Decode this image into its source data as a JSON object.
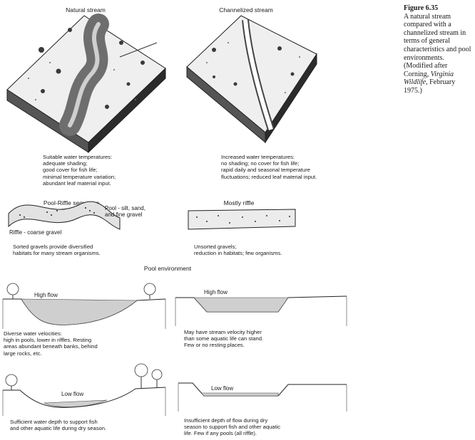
{
  "figure": {
    "number": "Figure 6.35",
    "caption_main": "A natural stream compared with a channelized stream in terms of general characteristics and pool environments. (Modified after Corning, ",
    "caption_source": "Virginia Wildlife",
    "caption_end": ", February 1975.)"
  },
  "natural": {
    "title": "Natural stream",
    "caption": "Suitable water temperatures:\nadequate shading;\ngood cover for fish life;\nminimal temperature variation;\nabundant leaf material input."
  },
  "channelized": {
    "title": "Channelized stream",
    "caption": "Increased water temperatures:\nno shading; no cover for fish life;\nrapid daily and seasonal temperature\nfluctuations; reduced leaf material input."
  },
  "pool_riffle": {
    "title": "Pool-Riffle sequence",
    "label_pool": "Pool - silt, sand,\nand fine gravel",
    "label_riffle": "Riffle - coarse gravel",
    "caption": "Sorted gravels provide diversified\nhabitats for many stream organisms."
  },
  "mostly_riffle": {
    "title": "Mostly riffle",
    "caption": "Unsorted gravels;\nreduction in habitats; few organisms."
  },
  "pool_environment": {
    "title": "Pool environment",
    "natural_high_label": "High flow",
    "natural_high_caption": "Diverse water velocities:\nhigh in pools, lower in riffles. Resting\nareas abundant beneath banks, behind\nlarge rocks, etc.",
    "channel_high_label": "High flow",
    "channel_high_caption": "May have stream velocity higher\nthan some aquatic life can stand.\nFew or no resting places.",
    "natural_low_label": "Low flow",
    "natural_low_caption": "Sufficient water depth to support fish\nand other aquatic life during dry season.",
    "channel_low_label": "Low flow",
    "channel_low_caption": "Insufficient depth of flow during dry\nseason to support fish and other aquatic\nlife. Few if any pools (all riffle)."
  }
}
